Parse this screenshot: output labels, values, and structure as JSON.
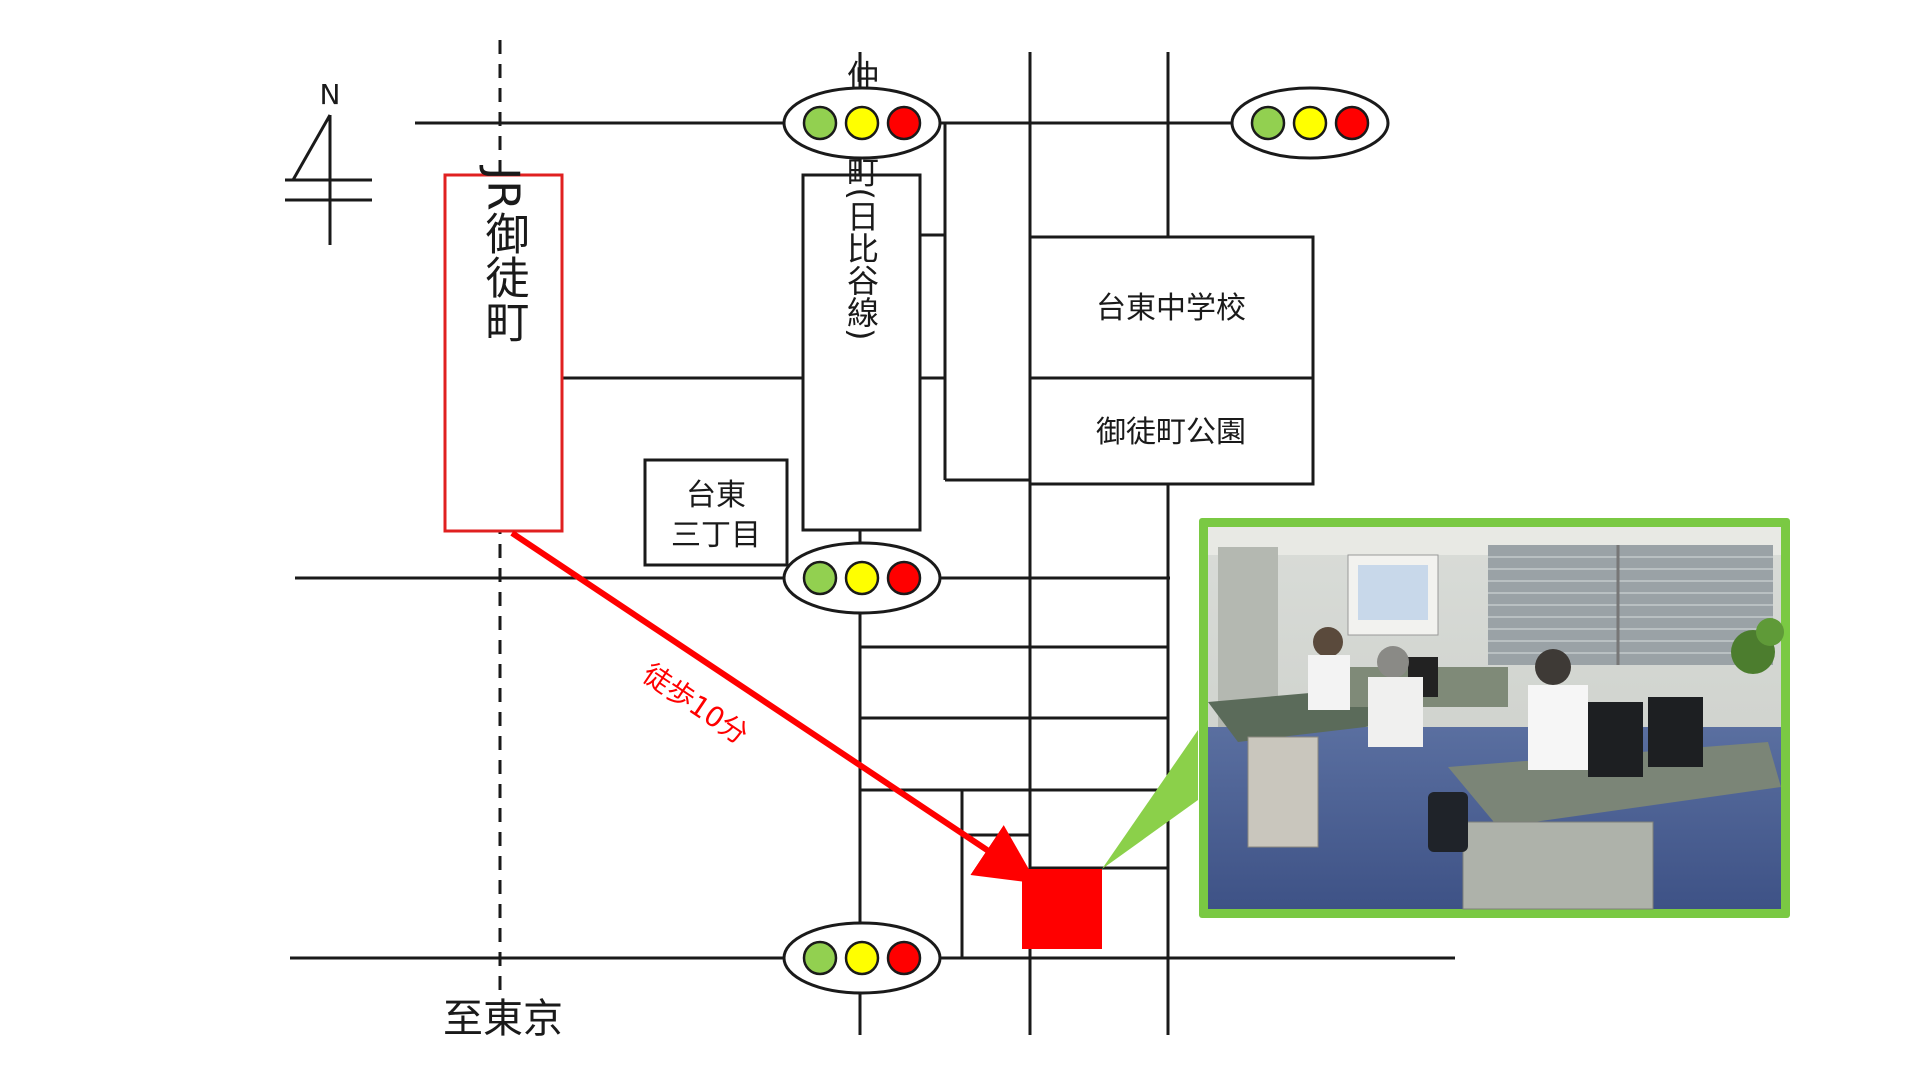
{
  "compass": {
    "north_label": "N"
  },
  "station": {
    "name": "JR御徒町"
  },
  "subway_station": {
    "name": "仲御徒町(日比谷線)"
  },
  "landmarks": {
    "intersection": "台東\n三丁目",
    "school": "台東中学校",
    "park": "御徒町公園"
  },
  "route": {
    "label": "徒歩10分",
    "color": "#ff0000"
  },
  "direction": {
    "label": "至東京"
  },
  "destination": {
    "color": "#ff0000"
  },
  "traffic_light_colors": [
    "#92d050",
    "#ffff00",
    "#ff0000"
  ],
  "photo": {
    "description_icon": "office-photo",
    "frame_color": "#70c040"
  }
}
